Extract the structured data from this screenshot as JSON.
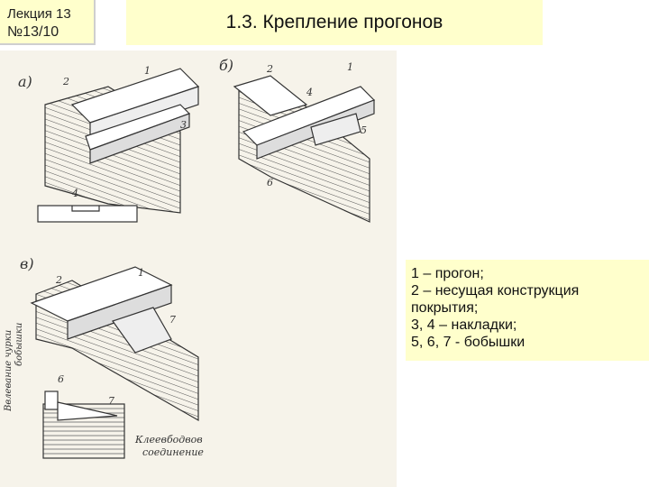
{
  "header": {
    "lecture": "Лекция 13",
    "number": "№13/10",
    "title": "1.3. Крепление прогонов"
  },
  "drawing": {
    "panel_a": "а)",
    "panel_b": "б)",
    "panel_v": "в)",
    "callouts": [
      "1",
      "2",
      "3",
      "4",
      "5",
      "6",
      "7"
    ],
    "vertical_note": "Ввлевание чурки",
    "vertical_note_2": "бобышки",
    "glue_note_1": "Клеевбодвов",
    "glue_note_2": "соединение"
  },
  "legend": {
    "items": [
      "1 – прогон;",
      "2 – несущая конструкция",
      "покрытия;",
      "3, 4 – накладки;",
      "5, 6, 7 - бобышки"
    ]
  }
}
